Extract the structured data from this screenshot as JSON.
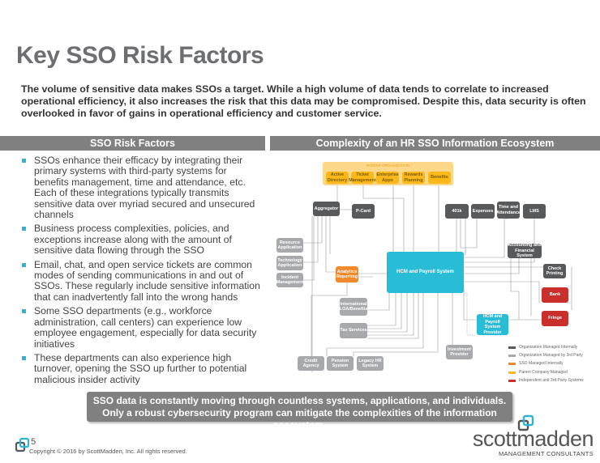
{
  "title": "Key SSO Risk Factors",
  "intro": "The volume of sensitive data makes SSOs a target. While a high volume of data tends to correlate to increased operational efficiency, it also increases the risk that this data may be compromised. Despite this, data security is often overlooked in favor of gains in operational efficiency and customer service.",
  "left": {
    "header": "SSO Risk Factors",
    "bullets": [
      "SSOs enhance their efficacy by integrating their primary systems with third-party systems for benefits management, time and attendance, etc. Each of these integrations typically transmits sensitive data over myriad secured and unsecured channels",
      "Business process complexities, policies, and exceptions increase along with the amount of sensitive data flowing through the SSO",
      "Email, chat, and open service tickets are common modes of sending communications in and out of SSOs. These regularly include sensitive information that can inadvertently fall into the wrong hands",
      "Some SSO departments (e.g., workforce administration, call centers) can experience low employee engagement, especially for data security initiatives",
      "These departments can also experience high turnover, opening the SSO up further to potential malicious insider activity"
    ]
  },
  "right": {
    "header": "Complexity of an HR SSO Information Ecosystem"
  },
  "diagram": {
    "parent_label": "PARENT ORGANIZATION",
    "parent_items": [
      "Active Directory",
      "Ticket Management",
      "Enterprise Apps",
      "Rewards Planning",
      "Benefits"
    ],
    "nodes": {
      "aggregator": "Aggregator",
      "pcard": "P-Card",
      "k401": "401k",
      "expenses": "Expenses",
      "time": "Time and Attendance",
      "lms": "LMS",
      "resource": "Resource Application",
      "technology": "Technology Application",
      "incident": "Incident Management",
      "analytics": "Analytics Reporting",
      "hcm": "HCM and Payroll System",
      "accounting": "Accounting and Financial System",
      "check": "Check Printing",
      "bank": "Bank",
      "fringe": "Fringe",
      "provider": "HCM and Payroll System Provider",
      "intl": "International LOA/Benefits",
      "tax": "Tax Services",
      "investment": "Investment Provider",
      "credit": "Credit Agency",
      "pension": "Pension System",
      "legacy": "Legacy HR System"
    },
    "legend": [
      {
        "label": "Organization Managed Internally",
        "color": "#58595b"
      },
      {
        "label": "Organization Managed by 3rd Party",
        "color": "#a7a9ac"
      },
      {
        "label": "SSO Managed Internally",
        "color": "#f08a2c"
      },
      {
        "label": "Parent Company Managed",
        "color": "#fbb919"
      },
      {
        "label": "Independent and 3rd Party Systems",
        "color": "#c9302c"
      }
    ]
  },
  "callout": "SSO data is constantly moving through countless systems, applications, and individuals. Only a robust cybersecurity program can mitigate the complexities of the information ecosystem.",
  "footer": {
    "page": "5",
    "copyright": "Copyright © 2016 by ScottMadden, Inc. All rights reserved.",
    "logo_word": "scottmadden",
    "logo_sub": "MANAGEMENT CONSULTANTS"
  }
}
